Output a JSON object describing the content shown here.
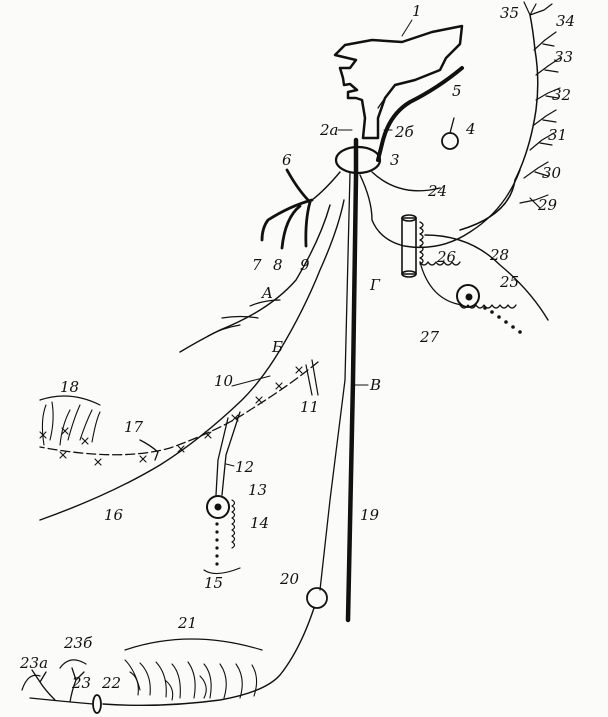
{
  "figure": {
    "labels": {
      "n1": "1",
      "n2a": "2а",
      "n2b": "2б",
      "n3": "3",
      "n4": "4",
      "n5": "5",
      "n6": "6",
      "n7": "7",
      "n8": "8",
      "n9": "9",
      "n10": "10",
      "n11": "11",
      "n12": "12",
      "n13": "13",
      "n14": "14",
      "n15": "15",
      "n16": "16",
      "n17": "17",
      "n18": "18",
      "n19": "19",
      "n20": "20",
      "n21": "21",
      "n22": "22",
      "n23": "23",
      "n23a": "23а",
      "n23b": "23б",
      "n24": "24",
      "n25": "25",
      "n26": "26",
      "n27": "27",
      "n28": "28",
      "n29": "29",
      "n30": "30",
      "n31": "31",
      "n32": "32",
      "n33": "33",
      "n34": "34",
      "n35": "35",
      "A": "A",
      "B": "Б",
      "V": "B",
      "G": "Г"
    }
  }
}
